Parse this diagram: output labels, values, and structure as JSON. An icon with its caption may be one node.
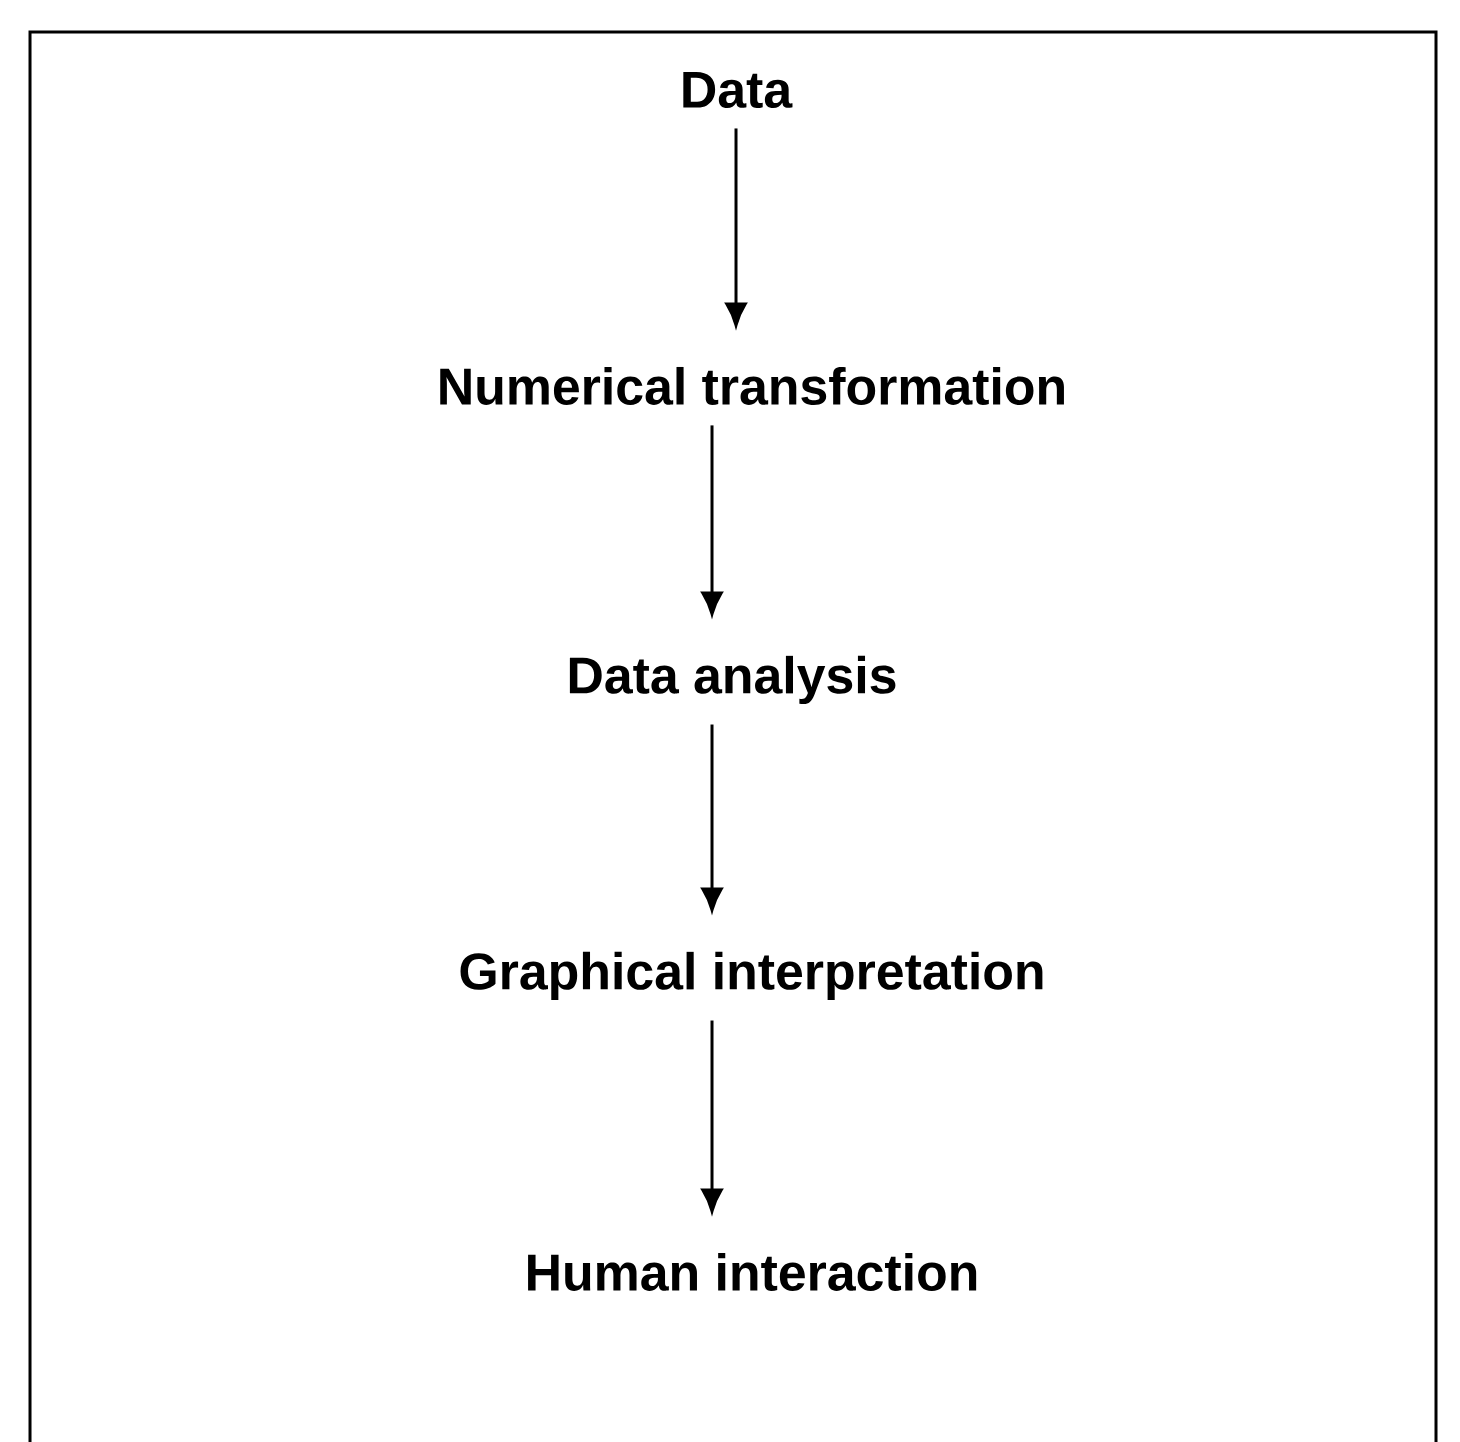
{
  "diagram": {
    "nodes": [
      {
        "text": [
          "Data"
        ]
      },
      {
        "text": [
          "Numerical transformation"
        ]
      },
      {
        "text": [
          "Data analysis"
        ]
      },
      {
        "text": [
          "Graphical interpretation"
        ]
      },
      {
        "text": [
          "Human interaction"
        ]
      }
    ],
    "edges": [
      {
        "from": 0,
        "to": 1,
        "arrow": "to"
      },
      {
        "from": 1,
        "to": 2,
        "arrow": "to"
      },
      {
        "from": 2,
        "to": 3,
        "arrow": "to"
      },
      {
        "from": 3,
        "to": 4,
        "arrow": "to"
      }
    ]
  }
}
